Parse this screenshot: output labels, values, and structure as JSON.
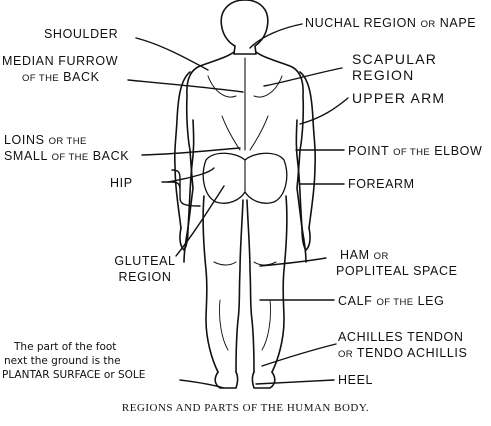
{
  "labels": {
    "shoulder": "SHOULDER",
    "median_furrow_1": "MEDIAN FURROW",
    "median_furrow_2_small": "OF THE",
    "median_furrow_2_big": "BACK",
    "loins_1_big": "LOINS",
    "loins_1_small": "OR THE",
    "loins_2_big_a": "SMALL",
    "loins_2_small": "OF THE",
    "loins_2_big_b": "BACK",
    "hip": "HIP",
    "gluteal_1": "GLUTEAL",
    "gluteal_2": "REGION",
    "nuchal_big": "NUCHAL REGION",
    "nuchal_small": "OR",
    "nuchal_big_b": "NAPE",
    "scapular_1": "SCAPULAR",
    "scapular_2": "REGION",
    "upper_arm": "UPPER ARM",
    "point_elbow_big": "POINT",
    "point_elbow_small": "OF THE",
    "point_elbow_big_b": "ELBOW",
    "forearm": "FOREARM",
    "ham_1_big": "HAM",
    "ham_1_small": "OR",
    "ham_2": "POPLITEAL SPACE",
    "calf_big": "CALF",
    "calf_small": "OF THE",
    "calf_big_b": "LEG",
    "achilles_1": "ACHILLES TENDON",
    "achilles_2_small": "OR",
    "achilles_2_big": "TENDO ACHILLIS",
    "heel": "HEEL"
  },
  "note": {
    "line1": "The part of the foot",
    "line2": "next the ground is the",
    "line3": "PLANTAR SURFACE or SOLE"
  },
  "caption": "REGIONS AND PARTS OF THE HUMAN BODY."
}
